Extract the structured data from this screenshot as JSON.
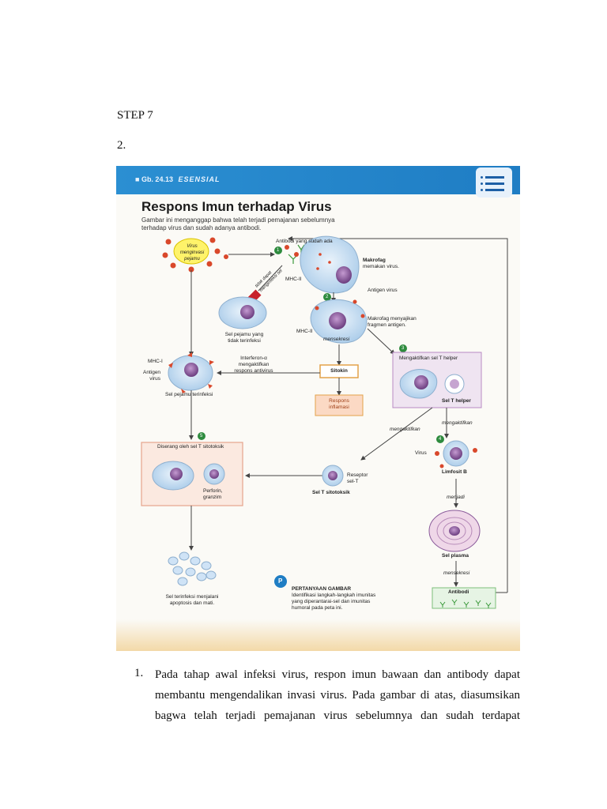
{
  "document": {
    "step_heading": "STEP 7",
    "question_number": "2.",
    "list_number": "1.",
    "paragraph_lines": [
      "Pada tahap awal infeksi virus, respon imun bawaan dan antibody dapat",
      "membantu mengendalikan invasi virus. Pada gambar di atas, diasumsikan",
      "bagwa telah terjadi pemajanan virus sebelumnya dan sudah terdapat"
    ]
  },
  "figure": {
    "figure_number": "Gb. 24.13",
    "badge": "ESENSIAL",
    "title": "Respons Imun terhadap Virus",
    "subtitle": "Gambar ini menganggap bahwa telah terjadi pemajanan sebelumnya terhadap virus dan sudah adanya antibodi.",
    "labels": {
      "virus_invading": "Virus menginvasi pejamu",
      "existing_antibody": "Antibodi yang sudah ada",
      "macrophage": "Makrofag",
      "macrophage_eats": "memakan virus.",
      "mhc2_a": "MHC-II",
      "blocking": "tidak dapat menginfeksi sel",
      "virus_antigen": "Antigen virus",
      "macrophage_presents": "Makrofag menyajikan fragmen antigen.",
      "mhc2_b": "MHC-II",
      "secretes_a": "mensekresi",
      "uninfected_cell": "Sel pejamu yang tidak terinfeksi",
      "mhc1": "MHC-I",
      "virus_antigen_left": "Antigen virus",
      "infected_cell": "Sel pejamu terinfeksi",
      "interferon": "Interferon-α mengaktifkan respons antivirus",
      "cytokine": "Sitokin",
      "inflammatory": "Respons inflamasi",
      "activate_helper": "Mengaktifkan sel T helper",
      "helper_t": "Sel T helper",
      "activates_a": "mengaktifkan",
      "activates_b": "mengaktifkan",
      "virus_right": "Virus",
      "b_lymph": "Limfosit B",
      "becomes": "menjadi",
      "plasma": "Sel plasma",
      "secretes_b": "mensekresi",
      "antibody": "Antibodi",
      "attacked_by": "Diserang oleh sel T sitotoksik",
      "perforin": "Perforin, granzim",
      "t_receptor": "Reseptor sel-T",
      "cytotoxic_t": "Sel T sitotoksik",
      "apoptosis": "Sel terinfeksi menjalani apoptosis dan mati.",
      "question_head": "PERTANYAAN GAMBAR",
      "question_text": "Identifikasi langkah-langkah imunitas yang diperantarai-sel dan imunitas humoral pada peta ini.",
      "p_icon": "P",
      "step1": "1",
      "step2": "2",
      "step3": "3",
      "step4": "4",
      "step5": "5"
    }
  },
  "colors": {
    "band_blue": "#1f7dc4",
    "cell_blue": "#cfe3f6",
    "nucleus_purple": "#8a5a9a",
    "virus_red": "#d9482b",
    "step_green": "#2e8b3e",
    "helper_box": "#efe4f1",
    "attack_box": "#fbe9e0",
    "antibody_box": "#e6f4e4"
  },
  "icons": [
    "menu-icon",
    "virus-icon",
    "cell-icon",
    "antibody-icon",
    "question-p-icon"
  ]
}
